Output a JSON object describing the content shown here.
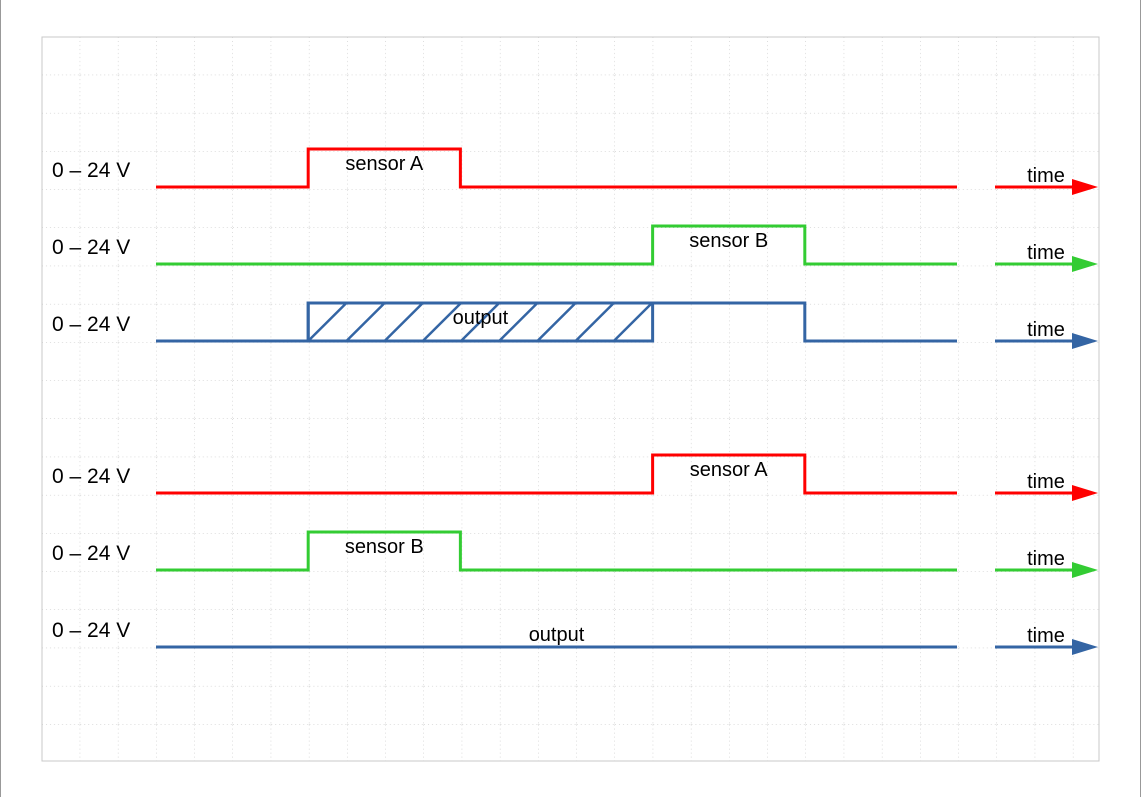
{
  "colors": {
    "sensor_a": "#ff0000",
    "sensor_b": "#33cc33",
    "output": "#3465a4",
    "grid": "#bbbbbb",
    "frame": "#c8c8c8"
  },
  "scenario_1": {
    "rows": [
      {
        "voltage_label": "0 – 24 V",
        "signal_label": "sensor A",
        "axis_label": "time",
        "color_key": "sensor_a",
        "pulses": [
          {
            "start": 0.19,
            "end": 0.38
          }
        ]
      },
      {
        "voltage_label": "0 – 24 V",
        "signal_label": "sensor B",
        "axis_label": "time",
        "color_key": "sensor_b",
        "pulses": [
          {
            "start": 0.62,
            "end": 0.81
          }
        ]
      },
      {
        "voltage_label": "0 – 24 V",
        "signal_label": "output",
        "axis_label": "time",
        "color_key": "output",
        "pulses": [
          {
            "start": 0.19,
            "end": 0.81
          }
        ],
        "hatched": {
          "start": 0.19,
          "end": 0.62
        }
      }
    ]
  },
  "scenario_2": {
    "rows": [
      {
        "voltage_label": "0 – 24 V",
        "signal_label": "sensor A",
        "axis_label": "time",
        "color_key": "sensor_a",
        "pulses": [
          {
            "start": 0.62,
            "end": 0.81
          }
        ]
      },
      {
        "voltage_label": "0 – 24 V",
        "signal_label": "sensor B",
        "axis_label": "time",
        "color_key": "sensor_b",
        "pulses": [
          {
            "start": 0.19,
            "end": 0.38
          }
        ]
      },
      {
        "voltage_label": "0 – 24 V",
        "signal_label": "output",
        "axis_label": "time",
        "color_key": "output",
        "pulses": []
      }
    ]
  }
}
